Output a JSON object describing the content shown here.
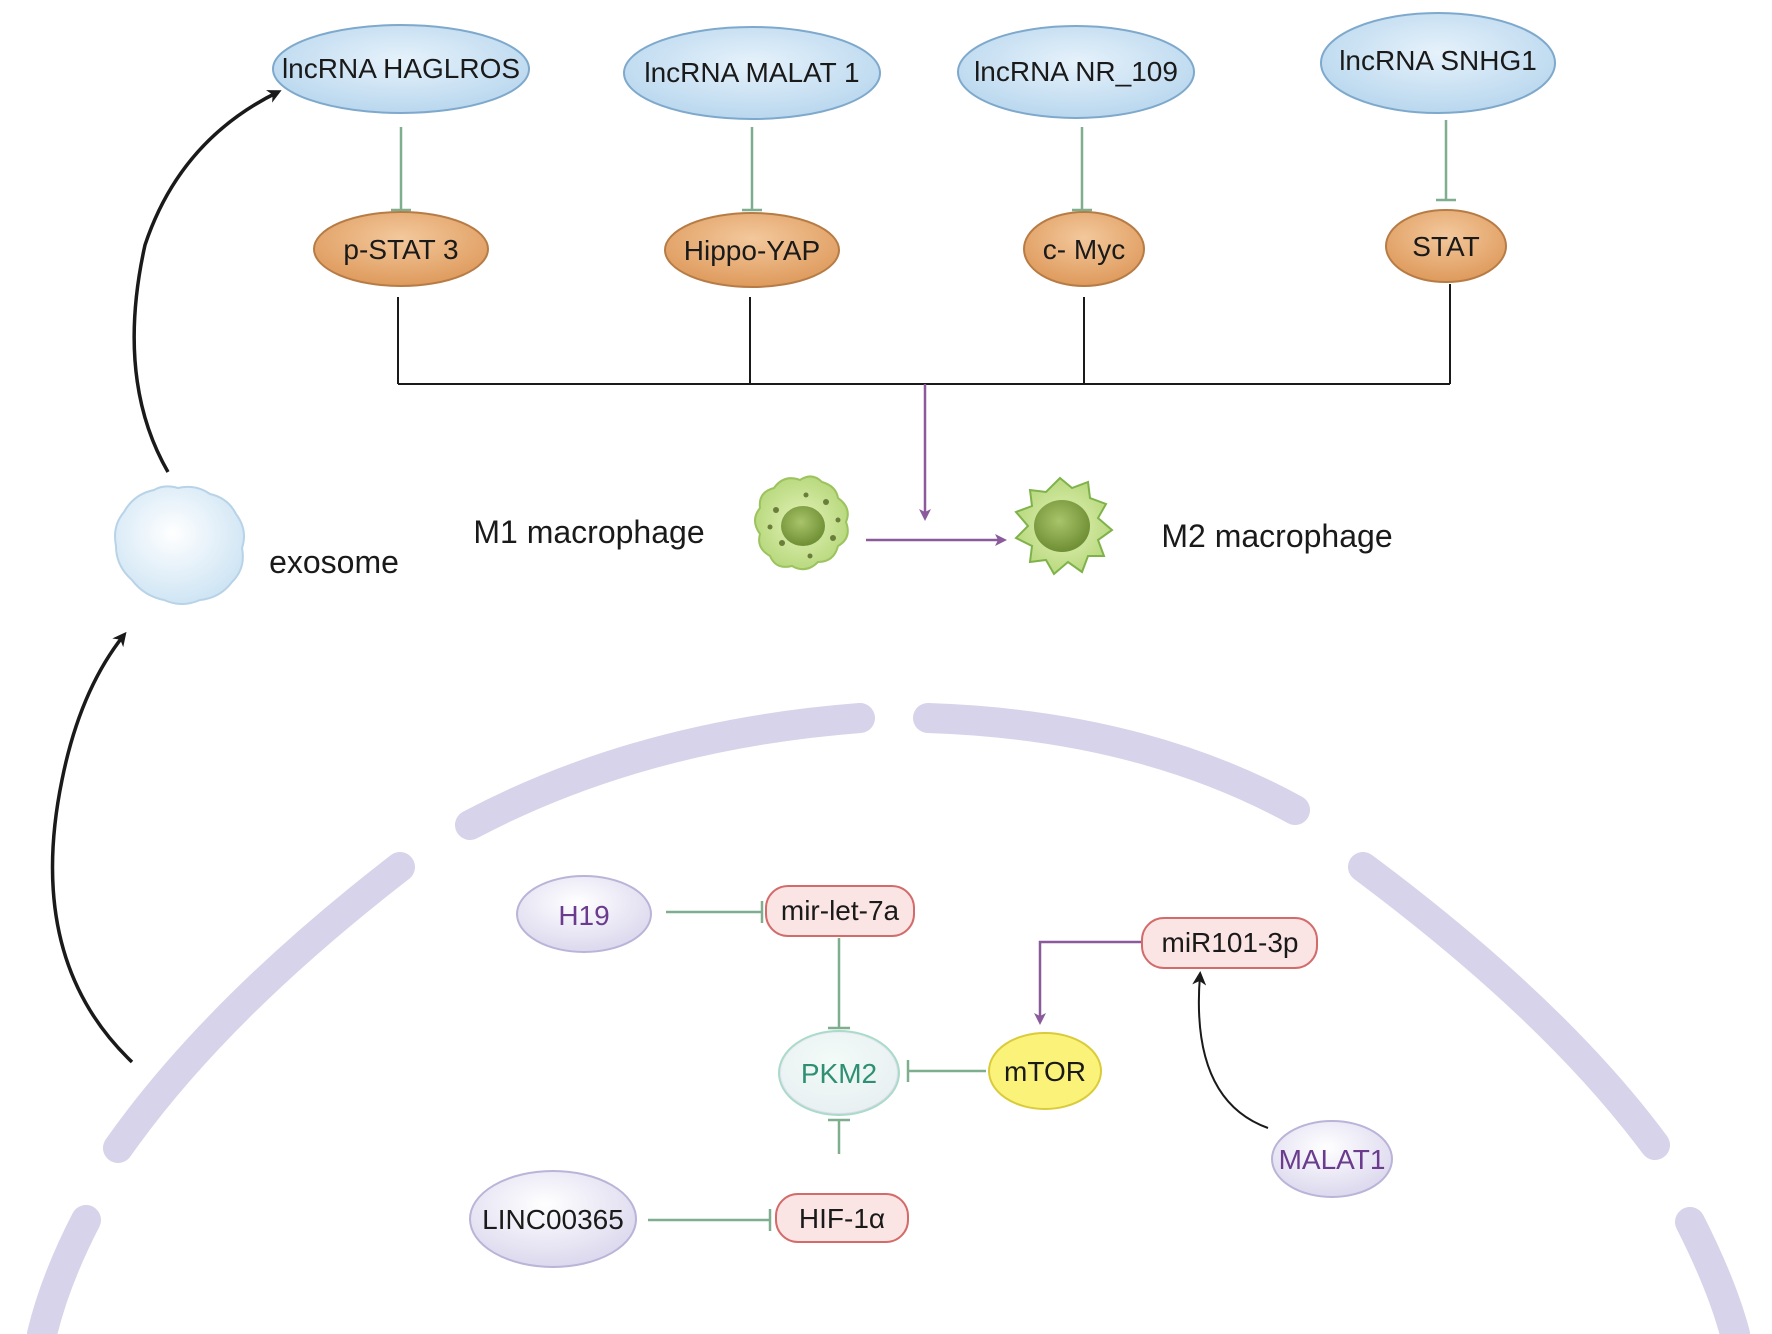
{
  "top_lncrnas": [
    {
      "label": "lncRNA HAGLROS"
    },
    {
      "label": "lncRNA MALAT 1"
    },
    {
      "label": "lncRNA NR_109"
    },
    {
      "label": "lncRNA SNHG1"
    }
  ],
  "top_targets": [
    {
      "label": "p-STAT 3"
    },
    {
      "label": "Hippo-YAP"
    },
    {
      "label": "c- Myc"
    },
    {
      "label": "STAT"
    }
  ],
  "exosome": {
    "label": "exosome"
  },
  "macrophages": {
    "m1": "M1 macrophage",
    "m2": "M2 macrophage"
  },
  "cell_nodes": {
    "h19": "H19",
    "mir_let7a": "mir-let-7a",
    "mir101": "miR101-3p",
    "pkm2": "PKM2",
    "mtor": "mTOR",
    "malat1": "MALAT1",
    "linc00365": "LINC00365",
    "hif1a": "HIF-1α"
  },
  "colors": {
    "lncrna_fill": "#c7dff1",
    "target_fill": "#e9b07a",
    "inhibit_line": "#7fae8f",
    "activate_arrow": "#8a5a9c",
    "membrane": "#d6d3ea",
    "mirna_fill": "#fbe4e4",
    "mirna_stroke": "#d46b6b",
    "mtor_fill": "#fbf27a",
    "pkm2_fill": "#e9f8f2"
  }
}
